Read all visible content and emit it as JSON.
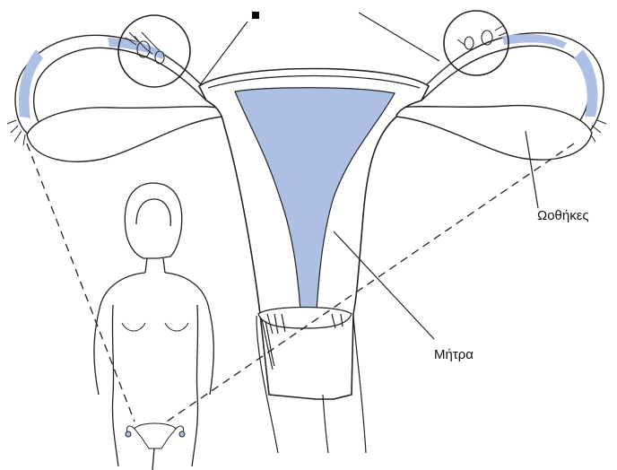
{
  "labels": {
    "ovaries": "Ωοθήκες",
    "uterus": "Μήτρα"
  },
  "colors": {
    "cavity_fill": "#aebfe6",
    "line": "#222222",
    "background": "#ffffff"
  },
  "icons": [
    "uterus-diagram",
    "female-figure-silhouette",
    "fallopian-tube-detail"
  ]
}
